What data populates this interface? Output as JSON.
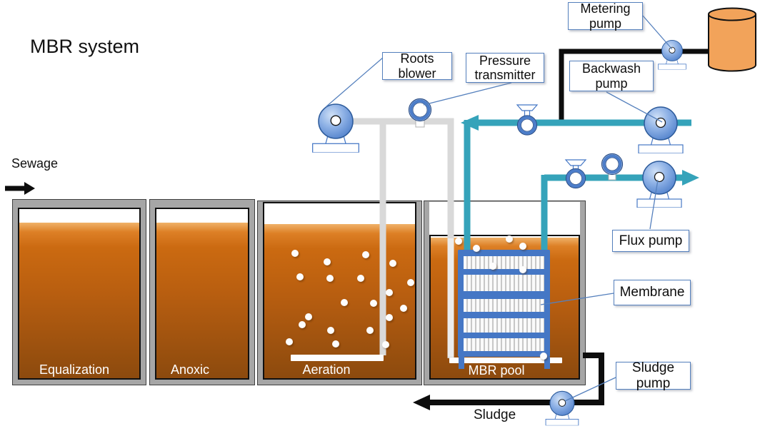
{
  "title": "MBR system",
  "flow": {
    "input_label": "Sewage",
    "output_label": "Sludge"
  },
  "tanks": [
    {
      "label": "Equalization"
    },
    {
      "label": "Anoxic"
    },
    {
      "label": "Aeration"
    },
    {
      "label": "MBR pool"
    }
  ],
  "callouts": {
    "metering_pump": {
      "line1": "Metering",
      "line2": "pump"
    },
    "roots_blower": {
      "line1": "Roots",
      "line2": "blower"
    },
    "pressure_transmitter": {
      "line1": "Pressure",
      "line2": "transmitter"
    },
    "backwash_pump": {
      "line1": "Backwash",
      "line2": "pump"
    },
    "flux_pump": {
      "label": "Flux pump"
    },
    "membrane": {
      "label": "Membrane"
    },
    "sludge_pump": {
      "line1": "Sludge",
      "line2": "pump"
    }
  },
  "equipment": {
    "pumps": [
      "roots-blower",
      "metering-pump",
      "backwash-pump",
      "flux-pump",
      "sludge-pump"
    ],
    "instruments": [
      "pressure-transmitter",
      "pressure-gauge"
    ],
    "valves": [
      "backwash-line-valve",
      "permeate-line-valve"
    ],
    "vessels": [
      "chemical-tank",
      "equalization-tank",
      "anoxic-tank",
      "aeration-tank",
      "mbr-pool-tank"
    ],
    "membrane_module": "membrane"
  },
  "colors": {
    "liquid_top": "#dd8026",
    "liquid_bottom": "#8c4a0e",
    "pipe_teal": "#35a3ba",
    "pipe_black": "#0d0d0d",
    "pipe_air_gray": "#d9d9d9",
    "membrane_blue": "#4577c5",
    "pump_blue": "#4c7dc9",
    "callout_border": "#5580bd",
    "tank_frame_gray": "#a6a6a6",
    "chemical_tank_orange": "#f2a35a"
  }
}
